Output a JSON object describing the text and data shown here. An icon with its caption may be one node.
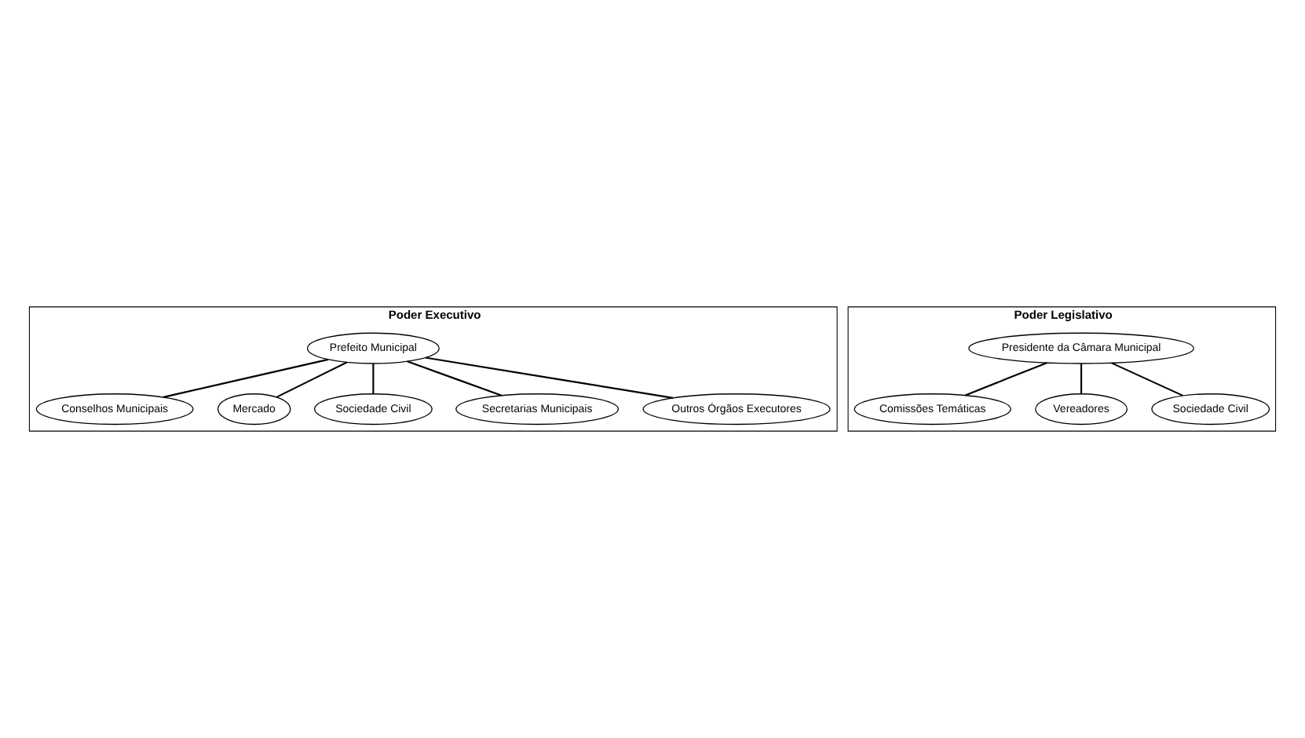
{
  "diagram": {
    "nodes": [
      {
        "text": [
          "Poder Executivo"
        ]
      },
      {
        "text": [
          "Prefeito Municipal"
        ],
        "in": 0
      },
      {
        "text": [
          "Conselhos Municipais"
        ],
        "in": 0
      },
      {
        "text": [
          "Mercado"
        ],
        "in": 0
      },
      {
        "text": [
          "Sociedade Civil"
        ],
        "in": 0
      },
      {
        "text": [
          "Secretarias Municipais"
        ],
        "in": 0
      },
      {
        "text": [
          "Outros Órgãos Executores"
        ],
        "in": 0
      },
      {
        "text": [
          "Poder Legislativo"
        ]
      },
      {
        "text": [
          "Presidente da Câmara Municipal"
        ],
        "in": 7
      },
      {
        "text": [
          "Comissões Temáticas"
        ],
        "in": 7
      },
      {
        "text": [
          "Vereadores"
        ],
        "in": 7
      },
      {
        "text": [
          "Sociedade Civil"
        ],
        "in": 7
      }
    ],
    "edges": [
      {
        "from": 1,
        "to": 2,
        "arrow": "none"
      },
      {
        "from": 1,
        "to": 3,
        "arrow": "none"
      },
      {
        "from": 1,
        "to": 4,
        "arrow": "none"
      },
      {
        "from": 1,
        "to": 5,
        "arrow": "none"
      },
      {
        "from": 1,
        "to": 6,
        "arrow": "none"
      },
      {
        "from": 8,
        "to": 9,
        "arrow": "none"
      },
      {
        "from": 8,
        "to": 10,
        "arrow": "none"
      },
      {
        "from": 8,
        "to": 11,
        "arrow": "none"
      }
    ]
  }
}
